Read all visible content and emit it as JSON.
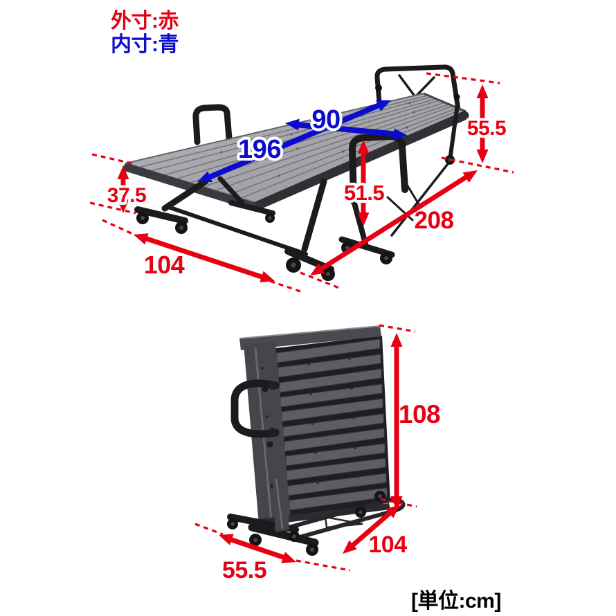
{
  "legend": {
    "outer": "外寸:赤",
    "inner": "内寸:青"
  },
  "unit_note": "[単位:cm]",
  "colors": {
    "outer_dimension": "#e60012",
    "inner_dimension": "#0c0cce"
  },
  "unfolded_bed": {
    "inner_width": "90",
    "inner_length": "196",
    "head_frame_height": "55.5",
    "deck_height": "37.5",
    "handle_height": "51.5",
    "outer_length": "208",
    "outer_width": "104"
  },
  "folded_bed": {
    "height": "108",
    "length": "104",
    "depth": "55.5"
  }
}
